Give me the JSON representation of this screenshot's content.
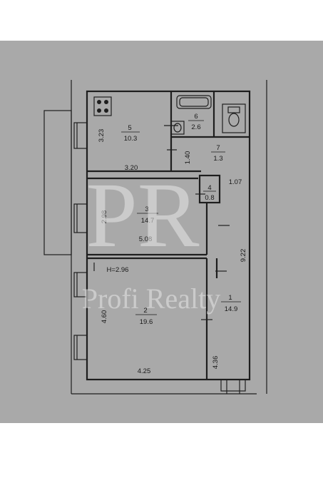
{
  "rooms": [
    {
      "number": "5",
      "area": "10.3"
    },
    {
      "number": "6",
      "area": "2.6"
    },
    {
      "number": "7",
      "area": "1.3"
    },
    {
      "number": "4",
      "area": "0.8"
    },
    {
      "number": "3",
      "area": "14.7"
    },
    {
      "number": "2",
      "area": "19.6"
    },
    {
      "number": "1",
      "area": "14.9"
    }
  ],
  "dimensions": {
    "kitchen_height": "3.23",
    "kitchen_width": "3.20",
    "corridor_height": "1.40",
    "closet_width": "1.07",
    "room3_height": "2.98",
    "room3_width": "5.08",
    "hall_height": "9.22",
    "ceiling": "H=2.96",
    "room2_height": "4.60",
    "room2_width": "4.25",
    "hall_lower": "4.36"
  },
  "watermark": {
    "logo": "PR",
    "text": "Profi Realty"
  }
}
